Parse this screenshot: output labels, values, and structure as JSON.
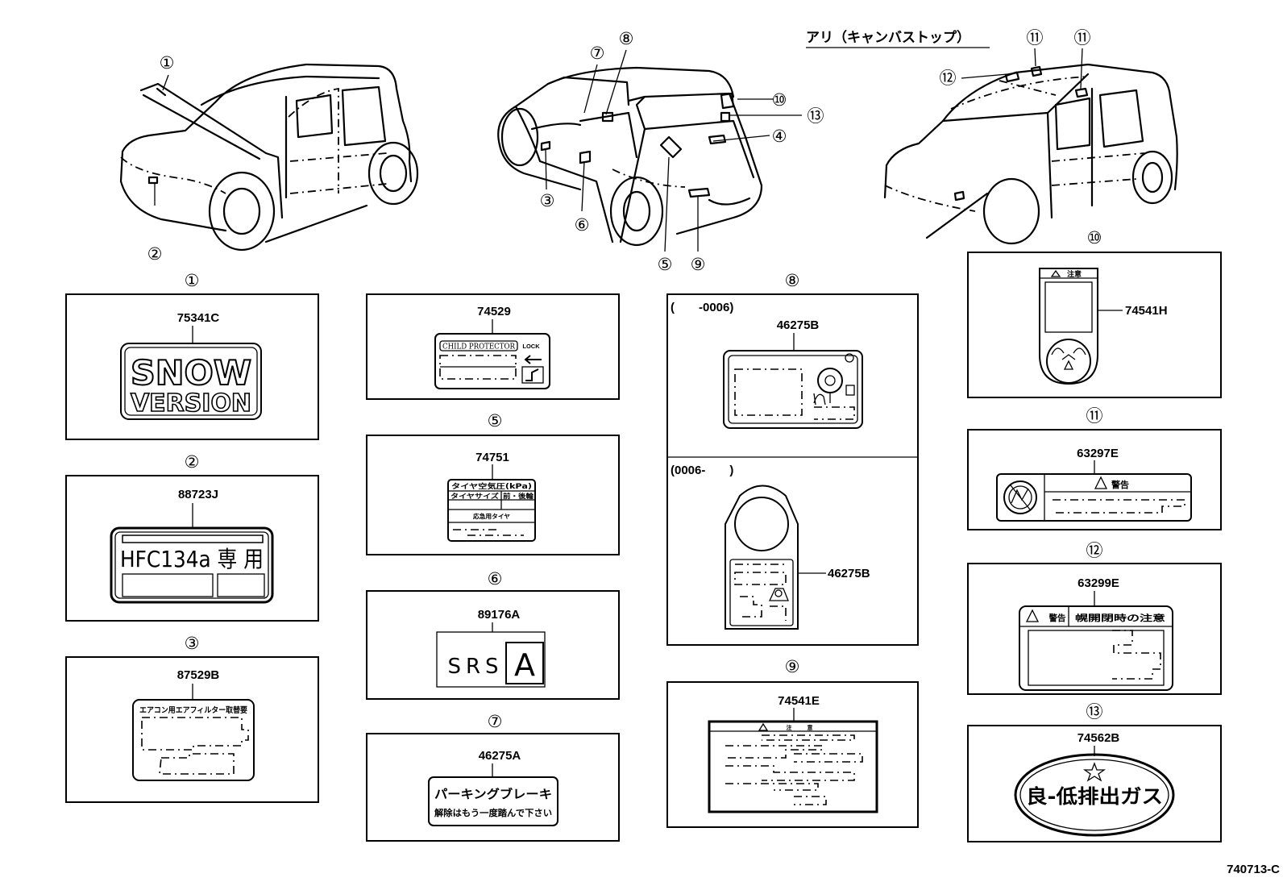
{
  "variant_label": "アリ（キャンバストップ）",
  "drawing_id": "740713-C",
  "callouts": [
    "①",
    "②",
    "③",
    "④",
    "⑤",
    "⑥",
    "⑦",
    "⑧",
    "⑨",
    "⑩",
    "⑪",
    "⑫",
    "⑬"
  ],
  "panels": {
    "p1": {
      "part": "75341C",
      "snow": "SNOW",
      "version": "VERSION"
    },
    "p2": {
      "part": "88723J",
      "text": "HFC134a 専 用"
    },
    "p3": {
      "part": "87529B",
      "text": "エアコン用エアフィルター取替要"
    },
    "p4": {
      "part": "74529",
      "text": "CHILD PROTECTOR",
      "lock": "LOCK"
    },
    "p5": {
      "part": "74751",
      "row1": "タイヤ空気圧(kPa)",
      "row2a": "タイヤサイズ",
      "row2b": "前・後輪",
      "row3": "応急用タイヤ"
    },
    "p6": {
      "part": "89176A",
      "srs": "SRS",
      "a": "A"
    },
    "p7": {
      "part": "46275A",
      "line1": "パーキングブレーキ",
      "line2": "解除はもう一度踏んで下さい"
    },
    "p8": {
      "part_a": "46275B",
      "range_a": "(　　-0006)",
      "part_b": "46275B",
      "range_b": "(0006-　　)"
    },
    "p9": {
      "part": "74541E",
      "warn": "注　意"
    },
    "p10": {
      "part": "74541H",
      "warn": "注意"
    },
    "p11": {
      "part": "63297E",
      "warn": "警告"
    },
    "p12": {
      "part": "63299E",
      "warn_a": "警告",
      "warn_b": "幌開閉時の注意"
    },
    "p13": {
      "part": "74562B",
      "text": "良-低排出ガス"
    }
  }
}
